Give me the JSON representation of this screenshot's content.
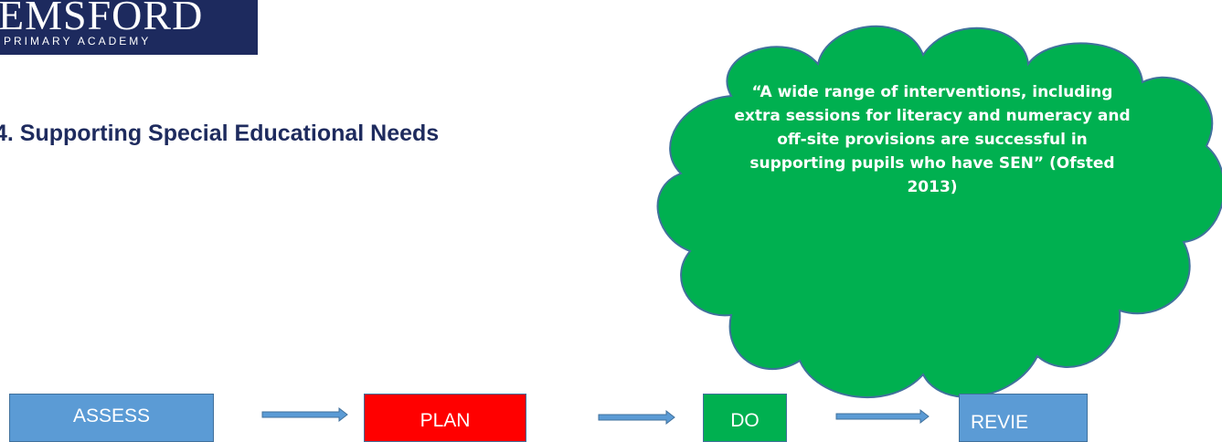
{
  "logo": {
    "word": "EMSFORD",
    "subtitle": "PRIMARY ACADEMY"
  },
  "heading": "4.  Supporting Special Educational Needs",
  "cloud": {
    "quote": "“A wide range of interventions, including extra sessions for literacy and numeracy and off-site provisions are successful in supporting pupils who have SEN” (Ofsted 2013)",
    "fill": "#00b050",
    "stroke": "#41719c"
  },
  "steps": [
    {
      "label": "ASSESS",
      "color": "#5b9bd5"
    },
    {
      "label": "PLAN",
      "color": "#ff0000"
    },
    {
      "label": "DO",
      "color": "#00b050"
    },
    {
      "label": "REVIE",
      "color": "#5b9bd5"
    }
  ],
  "connectors": [
    {
      "from": "ASSESS",
      "to": "PLAN"
    },
    {
      "from": "PLAN",
      "to": "DO"
    },
    {
      "from": "DO",
      "to": "REVIE"
    }
  ]
}
